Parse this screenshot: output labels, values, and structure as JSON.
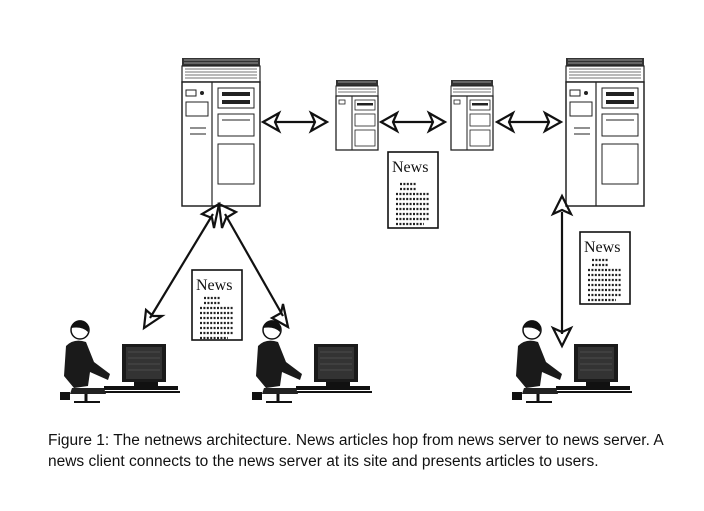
{
  "diagram": {
    "news_sheets": [
      {
        "label": "News"
      },
      {
        "label": "News"
      },
      {
        "label": "News"
      }
    ],
    "servers": [
      {
        "name": "large-server-left"
      },
      {
        "name": "small-server-left"
      },
      {
        "name": "small-server-right"
      },
      {
        "name": "large-server-right"
      }
    ],
    "users": [
      {
        "name": "user-left"
      },
      {
        "name": "user-middle"
      },
      {
        "name": "user-right"
      }
    ]
  },
  "caption": {
    "text": "Figure 1: The netnews architecture.  News articles hop from news server to news server. A news client connects to the news server at its site and presents articles to users."
  }
}
